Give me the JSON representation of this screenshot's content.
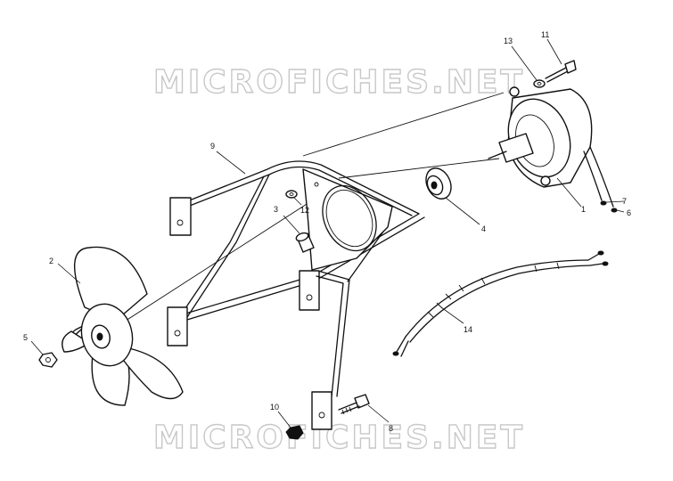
{
  "watermark": {
    "text": "MICROFICHES.NET",
    "color": "#c8c8c8"
  },
  "callouts": [
    {
      "id": "1",
      "label": "1"
    },
    {
      "id": "2",
      "label": "2"
    },
    {
      "id": "3",
      "label": "3"
    },
    {
      "id": "4",
      "label": "4"
    },
    {
      "id": "5",
      "label": "5"
    },
    {
      "id": "6",
      "label": "6"
    },
    {
      "id": "7",
      "label": "7"
    },
    {
      "id": "8",
      "label": "8"
    },
    {
      "id": "9",
      "label": "9"
    },
    {
      "id": "10",
      "label": "10"
    },
    {
      "id": "11",
      "label": "11"
    },
    {
      "id": "12",
      "label": "12"
    },
    {
      "id": "13",
      "label": "13"
    },
    {
      "id": "14",
      "label": "14"
    }
  ],
  "colors": {
    "ink": "#111111",
    "background": "#ffffff"
  }
}
